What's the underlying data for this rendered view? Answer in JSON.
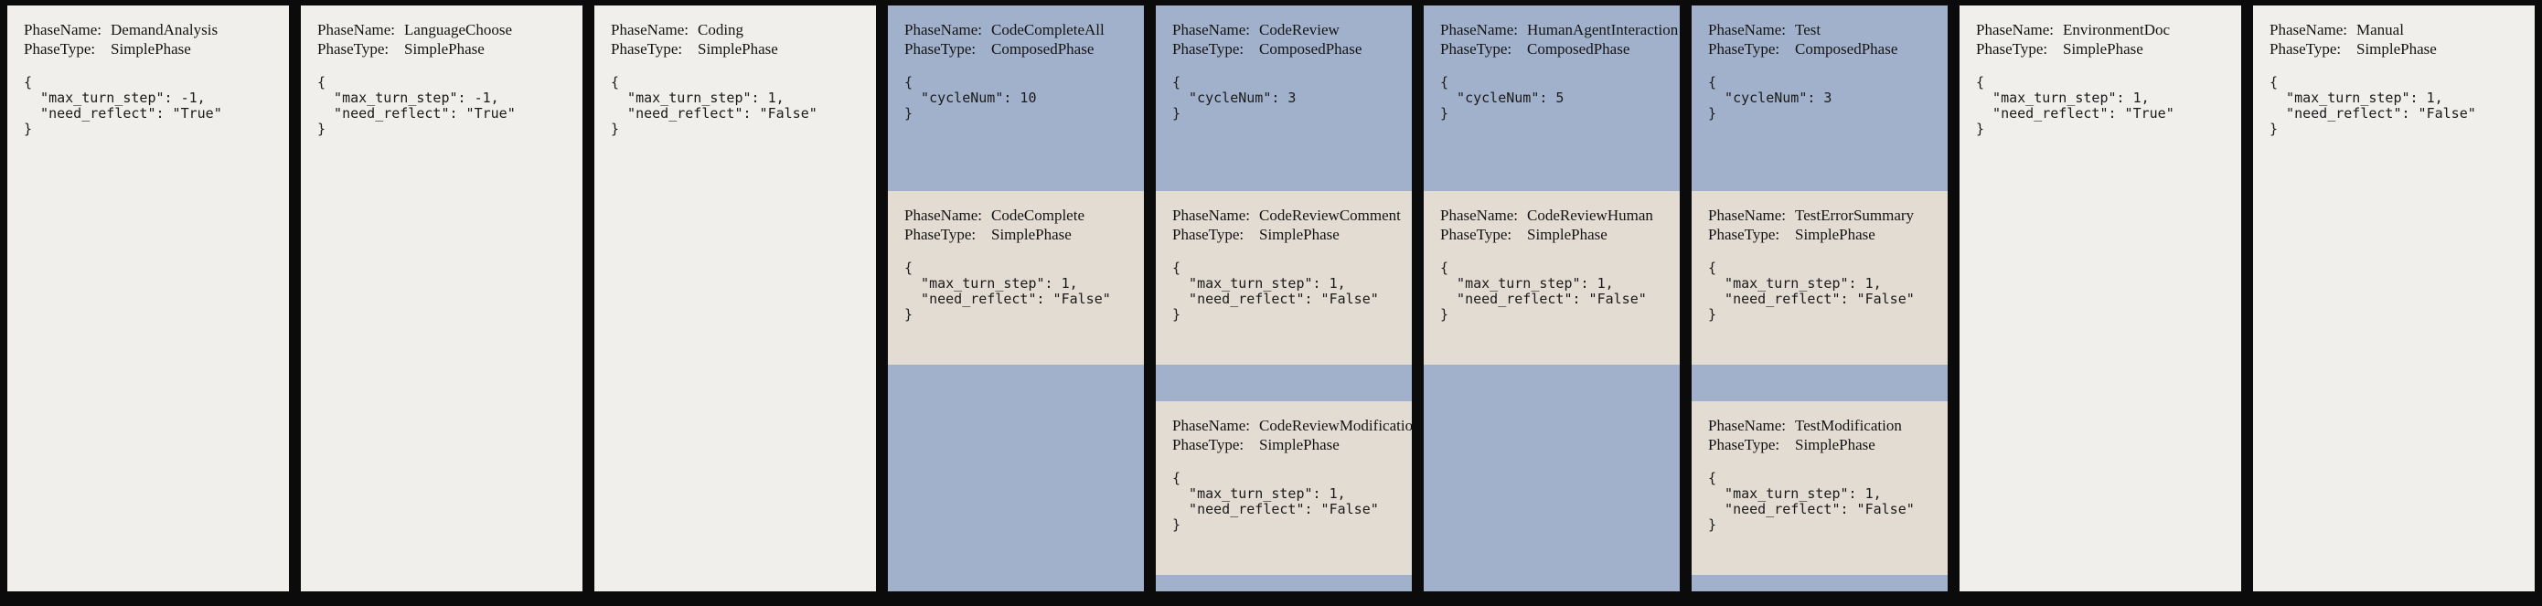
{
  "canvas": {
    "background": "#0b0b0b"
  },
  "colors": {
    "simple_phase_bg": "#f0efeb",
    "composed_phase_bg": "#a2b1cb",
    "sub_phase_bg": "#e3dcd2",
    "text": "#141414"
  },
  "labels": {
    "phase_name": "PhaseName:",
    "phase_type": "PhaseType:"
  },
  "phases": [
    {
      "name": "DemandAnalysis",
      "type": "SimplePhase",
      "config": "{\n  \"max_turn_step\": -1,\n  \"need_reflect\": \"True\"\n}"
    },
    {
      "name": "LanguageChoose",
      "type": "SimplePhase",
      "config": "{\n  \"max_turn_step\": -1,\n  \"need_reflect\": \"True\"\n}"
    },
    {
      "name": "Coding",
      "type": "SimplePhase",
      "config": "{\n  \"max_turn_step\": 1,\n  \"need_reflect\": \"False\"\n}"
    },
    {
      "name": "CodeCompleteAll",
      "type": "ComposedPhase",
      "config": "{\n  \"cycleNum\": 10\n}",
      "sub_phases": [
        {
          "name": "CodeComplete",
          "type": "SimplePhase",
          "config": "{\n  \"max_turn_step\": 1,\n  \"need_reflect\": \"False\"\n}"
        }
      ]
    },
    {
      "name": "CodeReview",
      "type": "ComposedPhase",
      "config": "{\n  \"cycleNum\": 3\n}",
      "sub_phases": [
        {
          "name": "CodeReviewComment",
          "type": "SimplePhase",
          "config": "{\n  \"max_turn_step\": 1,\n  \"need_reflect\": \"False\"\n}"
        },
        {
          "name": "CodeReviewModification",
          "type": "SimplePhase",
          "config": "{\n  \"max_turn_step\": 1,\n  \"need_reflect\": \"False\"\n}"
        }
      ]
    },
    {
      "name": "HumanAgentInteraction",
      "type": "ComposedPhase",
      "config": "{\n  \"cycleNum\": 5\n}",
      "sub_phases": [
        {
          "name": "CodeReviewHuman",
          "type": "SimplePhase",
          "config": "{\n  \"max_turn_step\": 1,\n  \"need_reflect\": \"False\"\n}"
        }
      ]
    },
    {
      "name": "Test",
      "type": "ComposedPhase",
      "config": "{\n  \"cycleNum\": 3\n}",
      "sub_phases": [
        {
          "name": "TestErrorSummary",
          "type": "SimplePhase",
          "config": "{\n  \"max_turn_step\": 1,\n  \"need_reflect\": \"False\"\n}"
        },
        {
          "name": "TestModification",
          "type": "SimplePhase",
          "config": "{\n  \"max_turn_step\": 1,\n  \"need_reflect\": \"False\"\n}"
        }
      ]
    },
    {
      "name": "EnvironmentDoc",
      "type": "SimplePhase",
      "config": "{\n  \"max_turn_step\": 1,\n  \"need_reflect\": \"True\"\n}"
    },
    {
      "name": "Manual",
      "type": "SimplePhase",
      "config": "{\n  \"max_turn_step\": 1,\n  \"need_reflect\": \"False\"\n}"
    }
  ]
}
